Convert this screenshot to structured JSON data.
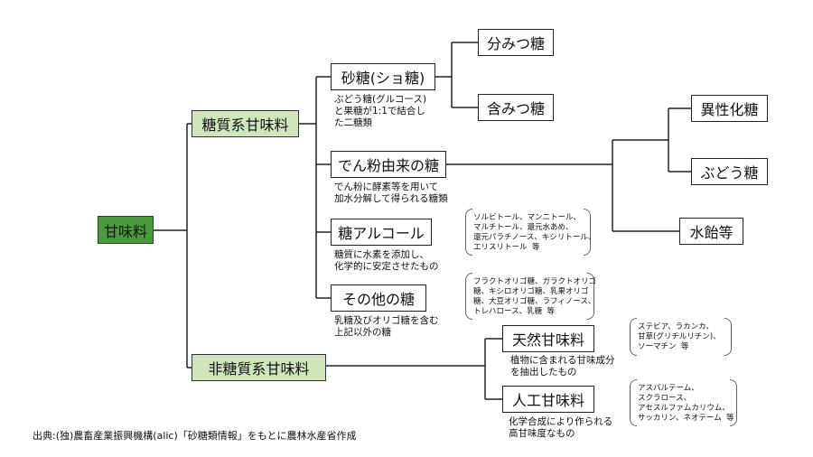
{
  "root": {
    "label": "甘味料"
  },
  "categories": {
    "sugar_based": "糖質系甘味料",
    "non_sugar": "非糖質系甘味料"
  },
  "sugar_nodes": {
    "sucrose": {
      "label": "砂糖(ショ糖)",
      "desc": "ぶどう糖(グルコース)\nと果糖が1:1で結合し\nた二糖類"
    },
    "starch": {
      "label": "でん粉由来の糖",
      "desc": "でん粉に酵素等を用いて\n加水分解して得られる糖類"
    },
    "alcohol": {
      "label": "糖アルコール",
      "desc": "糖質に水素を添加し、\n化学的に安定させたもの",
      "note": "ソルビトール、マンニトール、\nマルチトール、還元水あめ、\n還元パラチノース、キシリトール、\nエリスリトール  等"
    },
    "other": {
      "label": "その他の糖",
      "desc": "乳糖及びオリゴ糖を含む\n上記以外の糖",
      "note": "フラクトオリゴ糖、ガラクトオリゴ\n糖、キシロオリゴ糖、乳果オリゴ\n糖、大豆オリゴ糖、ラフィノース、\nトレハロース、乳糖  等"
    }
  },
  "sucrose_children": [
    "分みつ糖",
    "含みつ糖"
  ],
  "starch_children": [
    "異性化糖",
    "ぶどう糖",
    "水飴等"
  ],
  "non_sugar_nodes": {
    "natural": {
      "label": "天然甘味料",
      "desc": "植物に含まれる甘味成分\nを抽出したもの",
      "note": "ステビア、ラカンカ、\n甘草(グリチルリチン)、\nソーマチン  等"
    },
    "artificial": {
      "label": "人工甘味料",
      "desc": "化学合成により作られる\n高甘味度なもの",
      "note": "アスパルテーム、\nスクラロース、\nアセスルファムカリウム、\nサッカリン、ネオテーム  等"
    }
  },
  "source": "出典:(独)農畜産業振興機構(alic)「砂糖類情報」をもとに農林水産省作成"
}
